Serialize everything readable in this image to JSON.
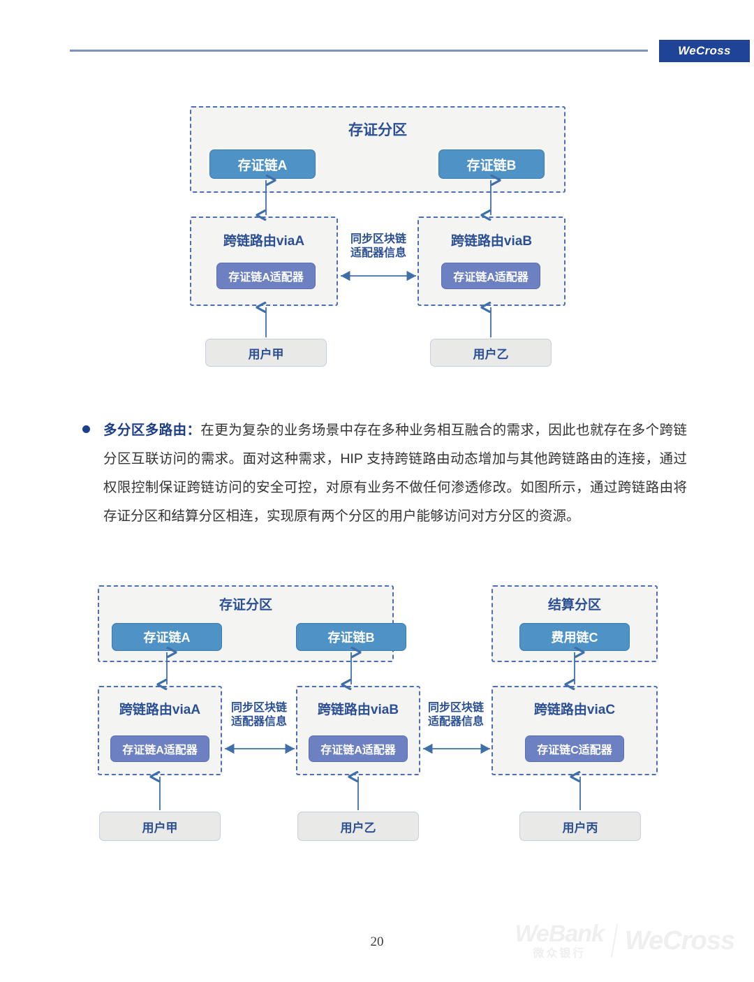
{
  "header": {
    "brand": "WeCross"
  },
  "diagram_top": {
    "name": "single-partition-two-routers",
    "zones": [
      {
        "title": "存证分区"
      }
    ],
    "chains": [
      {
        "label": "存证链A"
      },
      {
        "label": "存证链B"
      }
    ],
    "routers": [
      {
        "title": "跨链路由viaA",
        "adapter": "存证链A适配器"
      },
      {
        "title": "跨链路由viaB",
        "adapter": "存证链A适配器"
      }
    ],
    "sync_labels": [
      {
        "line1": "同步区块链",
        "line2": "适配器信息"
      }
    ],
    "users": [
      {
        "label": "用户甲"
      },
      {
        "label": "用户乙"
      }
    ]
  },
  "paragraph": {
    "lead": "多分区多路由：",
    "body": "在更为复杂的业务场景中存在多种业务相互融合的需求，因此也就存在多个跨链分区互联访问的需求。面对这种需求，HIP 支持跨链路由动态增加与其他跨链路由的连接，通过权限控制保证跨链访问的安全可控，对原有业务不做任何渗透修改。如图所示，通过跨链路由将存证分区和结算分区相连，实现原有两个分区的用户能够访问对方分区的资源。"
  },
  "diagram_bottom": {
    "name": "multi-partition-multi-router",
    "zones": [
      {
        "title": "存证分区"
      },
      {
        "title": "结算分区"
      }
    ],
    "chains": [
      {
        "label": "存证链A"
      },
      {
        "label": "存证链B"
      },
      {
        "label": "费用链C"
      }
    ],
    "routers": [
      {
        "title": "跨链路由viaA",
        "adapter": "存证链A适配器"
      },
      {
        "title": "跨链路由viaB",
        "adapter": "存证链A适配器"
      },
      {
        "title": "跨链路由viaC",
        "adapter": "存证链C适配器"
      }
    ],
    "sync_labels": [
      {
        "line1": "同步区块链",
        "line2": "适配器信息"
      },
      {
        "line1": "同步区块链",
        "line2": "适配器信息"
      }
    ],
    "users": [
      {
        "label": "用户甲"
      },
      {
        "label": "用户乙"
      },
      {
        "label": "用户丙"
      }
    ]
  },
  "footer": {
    "page_number": "20",
    "webank_en": "WeBank",
    "webank_cn": "微众银行",
    "wecross": "WeCross"
  },
  "colors": {
    "brand_navy": "#1f4396",
    "zone_border": "#4a6fb5",
    "zone_fill": "#f4f4f2",
    "chain_fill": "#4e92c6",
    "adapter_fill": "#6c80c2",
    "user_fill": "#e9e9e7",
    "title_blue": "#2a4f95",
    "rule_blue": "#7e92c0"
  }
}
